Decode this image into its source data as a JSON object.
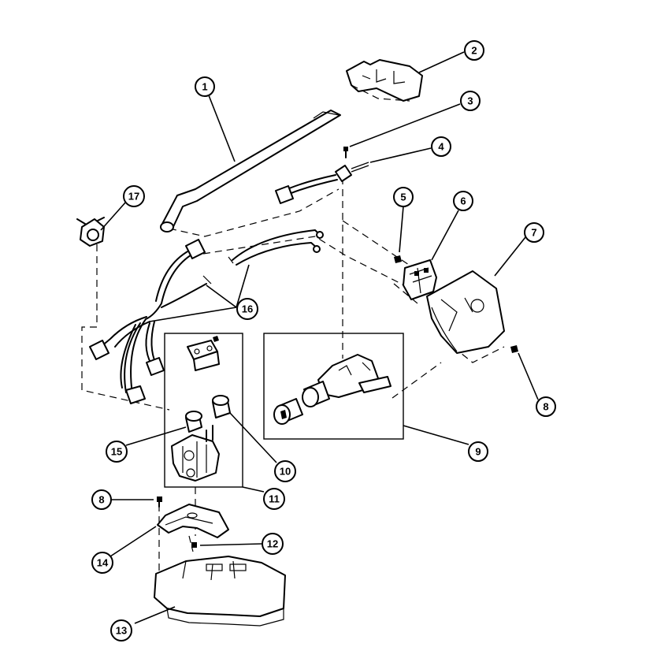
{
  "callouts": [
    {
      "id": "c1",
      "label": "1"
    },
    {
      "id": "c2",
      "label": "2"
    },
    {
      "id": "c3",
      "label": "3"
    },
    {
      "id": "c4",
      "label": "4"
    },
    {
      "id": "c5",
      "label": "5"
    },
    {
      "id": "c6",
      "label": "6"
    },
    {
      "id": "c7",
      "label": "7"
    },
    {
      "id": "c8a",
      "label": "8"
    },
    {
      "id": "c9",
      "label": "9"
    },
    {
      "id": "c10",
      "label": "10"
    },
    {
      "id": "c11",
      "label": "11"
    },
    {
      "id": "c8b",
      "label": "8"
    },
    {
      "id": "c12",
      "label": "12"
    },
    {
      "id": "c13",
      "label": "13"
    },
    {
      "id": "c14",
      "label": "14"
    },
    {
      "id": "c15",
      "label": "15"
    },
    {
      "id": "c16",
      "label": "16"
    },
    {
      "id": "c17",
      "label": "17"
    }
  ]
}
